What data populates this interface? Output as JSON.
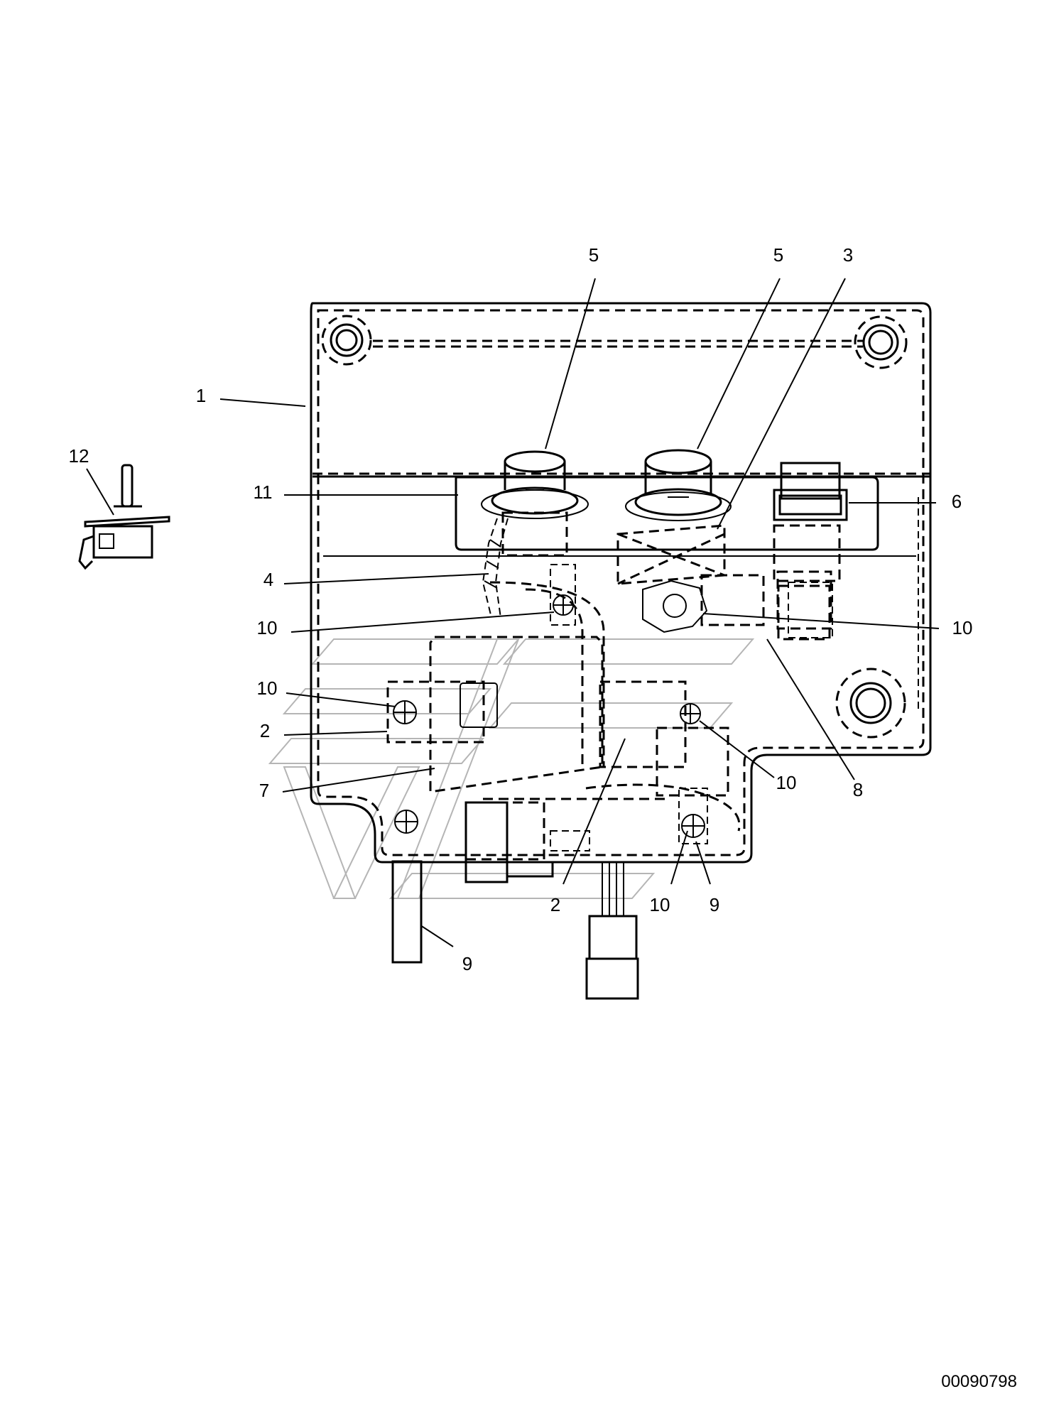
{
  "callouts": [
    {
      "id": "c5a",
      "label": "5"
    },
    {
      "id": "c5b",
      "label": "5"
    },
    {
      "id": "c3",
      "label": "3"
    },
    {
      "id": "c1",
      "label": "1"
    },
    {
      "id": "c12",
      "label": "12"
    },
    {
      "id": "c11",
      "label": "11"
    },
    {
      "id": "c6",
      "label": "6"
    },
    {
      "id": "c4",
      "label": "4"
    },
    {
      "id": "c10a",
      "label": "10"
    },
    {
      "id": "c10b",
      "label": "10"
    },
    {
      "id": "c10c",
      "label": "10"
    },
    {
      "id": "c2a",
      "label": "2"
    },
    {
      "id": "c7",
      "label": "7"
    },
    {
      "id": "c10d",
      "label": "10"
    },
    {
      "id": "c8",
      "label": "8"
    },
    {
      "id": "c2b",
      "label": "2"
    },
    {
      "id": "c10e",
      "label": "10"
    },
    {
      "id": "c9a",
      "label": "9"
    },
    {
      "id": "c9b",
      "label": "9"
    }
  ],
  "reference_number": "00090798"
}
